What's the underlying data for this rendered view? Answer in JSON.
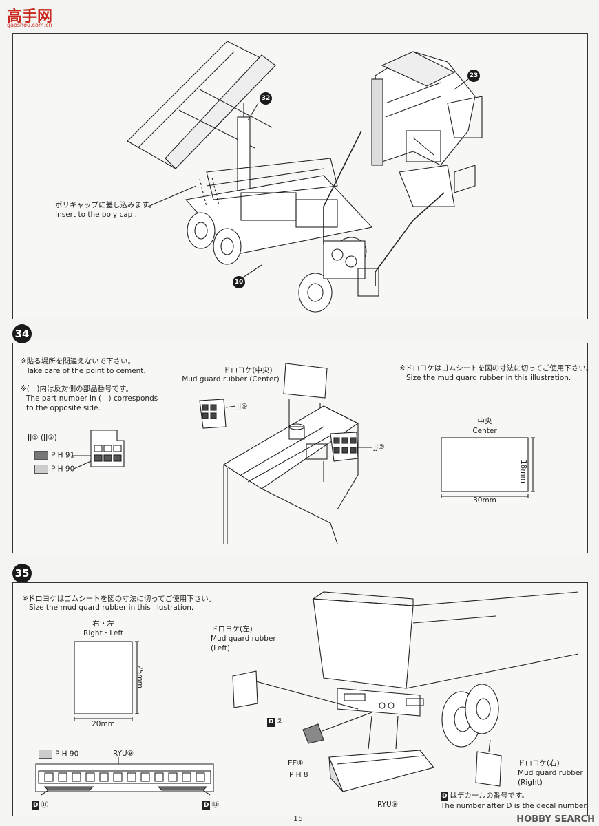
{
  "header": {
    "logo_text": "高手网",
    "logo_sub": "gaoshou.com.cn",
    "watermark": "HOBBY SEARCH"
  },
  "step33": {
    "poly_cap_jp": "ポリキャップに差し込みます。",
    "poly_cap_en": "Insert to the poly cap .",
    "part_32": "32",
    "part_23": "23",
    "part_10": "10"
  },
  "step34": {
    "number": "34",
    "note1_jp": "※貼る場所を間違えないで下さい。",
    "note1_en": "Take care of the point to cement.",
    "note2_jp": "※(　)内は反対側の部品番号です。",
    "note2_en_a": "The part number in (　) corresponds",
    "note2_en_b": "to the opposite side.",
    "parts_label": "JJ⑤ (JJ②)",
    "color_a": "P H 91",
    "color_b": "P H 90",
    "center_title_jp": "ドロヨケ(中央)",
    "center_title_en": "Mud guard rubber (Center)",
    "jj5": "JJ⑤",
    "jj2": "JJ②",
    "size_note_jp": "※ドロヨケはゴムシートを図の寸法に切ってご使用下さい。",
    "size_note_en": "Size the mud guard rubber in this illustration.",
    "center_jp": "中央",
    "center_en": "Center",
    "width": "30mm",
    "height": "18mm"
  },
  "step35": {
    "number": "35",
    "size_note_jp": "※ドロヨケはゴムシートを図の寸法に切ってご使用下さい。",
    "size_note_en": "Size the mud guard rubber in this illustration.",
    "rl_jp": "右・左",
    "rl_en": "Right・Left",
    "height": "25mm",
    "width": "20mm",
    "ph90": "P H 90",
    "ryu9": "RYU⑨",
    "d11": "⑪",
    "d13": "⑬",
    "left_jp": "ドロヨケ(左)",
    "left_en_a": "Mud guard rubber",
    "left_en_b": "(Left)",
    "d2": "②",
    "ee4": "EE④",
    "ph8": "P H 8",
    "ryu9_b": "RYU⑨",
    "right_jp": "ドロヨケ(右)",
    "right_en_a": "Mud guard rubber",
    "right_en_b": "(Right)",
    "decal_jp": "はデカールの番号です。",
    "decal_en": "The number after D is the decal number."
  },
  "footer": {
    "page": "15"
  }
}
